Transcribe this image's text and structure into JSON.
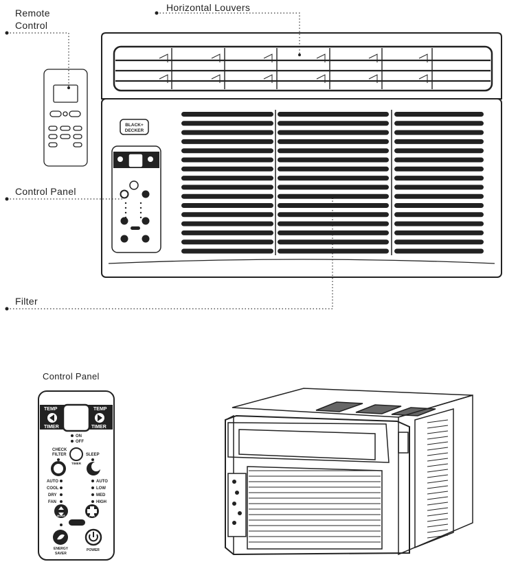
{
  "callouts": {
    "remote_control_line1": "Remote",
    "remote_control_line2": "Control",
    "horizontal_louvers": "Horizontal Louvers",
    "control_panel": "Control Panel",
    "filter": "Filter"
  },
  "brand": {
    "line1": "BLACK+",
    "line2": "DECKER"
  },
  "detail_title": "Control Panel",
  "panel": {
    "temp_left": "TEMP",
    "timer_left": "TIMER",
    "temp_right": "TEMP",
    "timer_right": "TIMER",
    "on": "ON",
    "off": "OFF",
    "check_filter_line1": "CHECK",
    "check_filter_line2": "FILTER",
    "sleep": "SLEEP",
    "timer_button": "TIMER",
    "modes": [
      "AUTO",
      "COOL",
      "DRY",
      "FAN"
    ],
    "fan_speeds": [
      "AUTO",
      "LOW",
      "MED",
      "HIGH"
    ],
    "mode_button": "MODE",
    "fan_button": "FAN",
    "energy_saver_line1": "ENERGY",
    "energy_saver_line2": "SAVER",
    "power": "POWER"
  }
}
